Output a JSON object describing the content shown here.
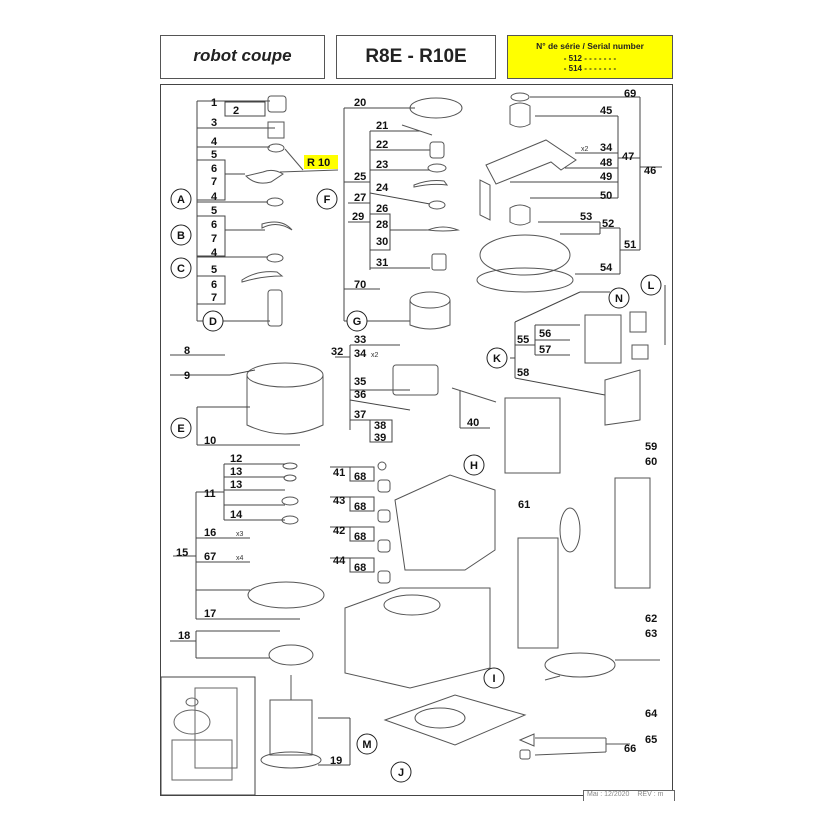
{
  "header": {
    "brand": "robot coupe",
    "model": "R8E - R10E",
    "serial_title": "N° de série / Serial number",
    "serial_lines": [
      "- 512 - - - - -  - -",
      "- 514 - - - - -  - -"
    ],
    "serial_bg": "#ffff00"
  },
  "highlight": {
    "label": "R 10",
    "color": "#ffff00"
  },
  "callouts": [
    "1",
    "2",
    "3",
    "4",
    "5",
    "6",
    "7",
    "4",
    "5",
    "6",
    "7",
    "4",
    "5",
    "6",
    "7",
    "8",
    "9",
    "10",
    "11",
    "12",
    "13",
    "13",
    "14",
    "15",
    "16",
    "67",
    "17",
    "18",
    "19",
    "20",
    "21",
    "22",
    "23",
    "24",
    "25",
    "26",
    "27",
    "28",
    "29",
    "30",
    "31",
    "32",
    "33",
    "34",
    "35",
    "36",
    "37",
    "38",
    "39",
    "40",
    "41",
    "68",
    "43",
    "68",
    "42",
    "68",
    "44",
    "68",
    "45",
    "34",
    "47",
    "48",
    "46",
    "49",
    "50",
    "53",
    "52",
    "51",
    "54",
    "55",
    "56",
    "57",
    "58",
    "59",
    "60",
    "61",
    "62",
    "63",
    "64",
    "65",
    "66",
    "69",
    "70"
  ],
  "groups": [
    "A",
    "B",
    "C",
    "D",
    "E",
    "F",
    "G",
    "H",
    "I",
    "J",
    "K",
    "L",
    "M",
    "N"
  ],
  "qty": {
    "x2a": "x2",
    "x2b": "x2",
    "x3": "x3",
    "x4": "x4"
  },
  "footer": {
    "mai": "Mai : 12/2020",
    "rev": "REV : m"
  }
}
